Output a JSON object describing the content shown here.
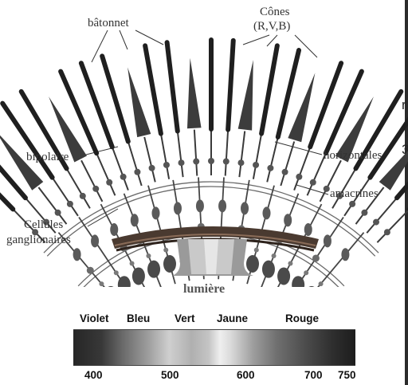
{
  "labels": {
    "batonnet": "bâtonnet",
    "cones_title": "Cônes",
    "cones_sub": "(R,V,B)",
    "bipolaire": "bipolaire",
    "horizontales": "horizontales",
    "amacrines": "amacrines",
    "cellules": "Cellules",
    "ganglionaires": "ganglionaires",
    "lumiere": "lumière"
  },
  "cut_off_text": [
    "r",
    "3"
  ],
  "spectrum": {
    "colors": [
      "Violet",
      "Bleu",
      "Vert",
      "Jaune",
      "Rouge"
    ],
    "wavelengths_nm": [
      "400",
      "500",
      "600",
      "700",
      "750"
    ]
  }
}
